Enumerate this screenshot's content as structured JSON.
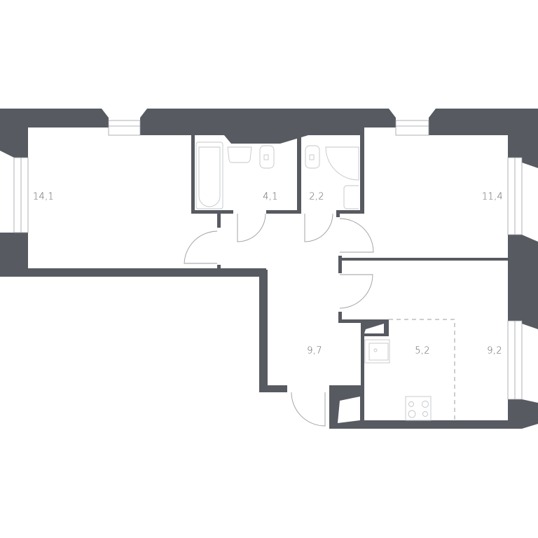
{
  "colors": {
    "wall": "#575a61",
    "line": "#9a9da2",
    "fixture": "#c4c6c9"
  },
  "rooms": [
    {
      "id": "room-1",
      "area": "14,1"
    },
    {
      "id": "bathroom",
      "area": "4,1"
    },
    {
      "id": "wc",
      "area": "2,2"
    },
    {
      "id": "room-2",
      "area": "11,4"
    },
    {
      "id": "hallway",
      "area": "9,7"
    },
    {
      "id": "kitchen",
      "area": "5,2"
    },
    {
      "id": "living-zone",
      "area": "9,2"
    }
  ]
}
